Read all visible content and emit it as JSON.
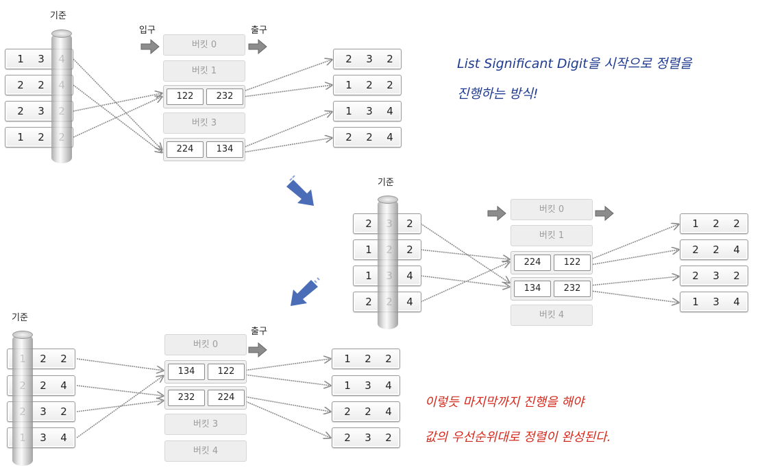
{
  "labels": {
    "criterion": "기준",
    "input": "입구",
    "output": "출구"
  },
  "bucket_names": {
    "b0": "버킷 0",
    "b1": "버킷 1",
    "b3": "버킷 3",
    "b4": "버킷 4"
  },
  "stage1": {
    "inputs": [
      [
        "1",
        "3",
        "4"
      ],
      [
        "2",
        "2",
        "4"
      ],
      [
        "2",
        "3",
        "2"
      ],
      [
        "1",
        "2",
        "2"
      ]
    ],
    "bucket2": [
      "122",
      "232"
    ],
    "bucket4": [
      "224",
      "134"
    ],
    "outputs": [
      [
        "2",
        "3",
        "2"
      ],
      [
        "1",
        "2",
        "2"
      ],
      [
        "1",
        "3",
        "4"
      ],
      [
        "2",
        "2",
        "4"
      ]
    ]
  },
  "stage2": {
    "inputs": [
      [
        "2",
        "3",
        "2"
      ],
      [
        "1",
        "2",
        "2"
      ],
      [
        "1",
        "3",
        "4"
      ],
      [
        "2",
        "2",
        "4"
      ]
    ],
    "bucket2": [
      "224",
      "122"
    ],
    "bucket3": [
      "134",
      "232"
    ],
    "outputs": [
      [
        "1",
        "2",
        "2"
      ],
      [
        "2",
        "2",
        "4"
      ],
      [
        "2",
        "3",
        "2"
      ],
      [
        "1",
        "3",
        "4"
      ]
    ]
  },
  "stage3": {
    "inputs": [
      [
        "1",
        "2",
        "2"
      ],
      [
        "2",
        "2",
        "4"
      ],
      [
        "2",
        "3",
        "2"
      ],
      [
        "1",
        "3",
        "4"
      ]
    ],
    "bucket1": [
      "134",
      "122"
    ],
    "bucket2": [
      "232",
      "224"
    ],
    "outputs": [
      [
        "1",
        "2",
        "2"
      ],
      [
        "1",
        "3",
        "4"
      ],
      [
        "2",
        "2",
        "4"
      ],
      [
        "2",
        "3",
        "2"
      ]
    ]
  },
  "notes": {
    "blue_line1": "List Significant Digit을 시작으로 정렬을",
    "blue_line2": "진행하는 방식!",
    "red_line1": "이렇듯 마지막까지 진행을 해야",
    "red_line2": "값의 우선순위대로 정렬이 완성된다."
  },
  "colors": {
    "blue_note": "#1f3b8f",
    "red_note": "#d42a1e",
    "arrow": "#4b6cb7",
    "line": "#888888"
  }
}
